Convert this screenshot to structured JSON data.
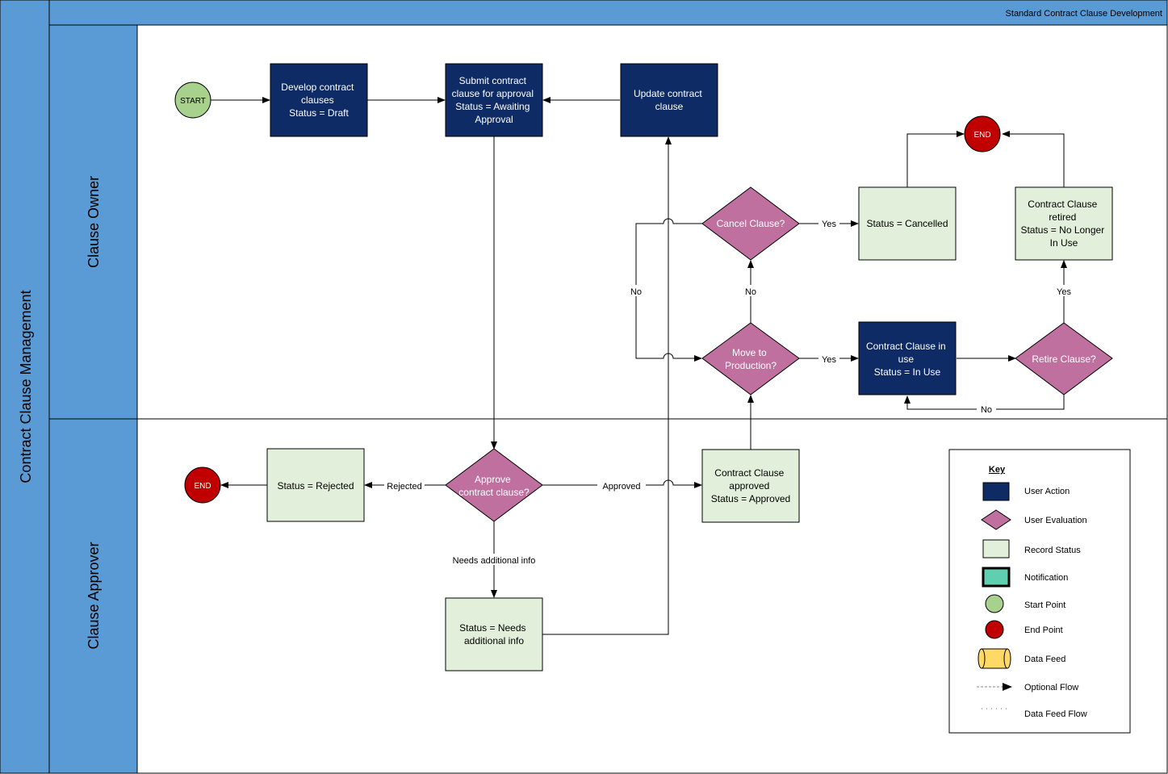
{
  "diagram": {
    "header_title": "Standard Contract Clause Development",
    "pool_title": "Contract Clause Management",
    "lanes": [
      {
        "id": "owner",
        "label": "Clause Owner"
      },
      {
        "id": "approver",
        "label": "Clause Approver"
      }
    ],
    "nodes": {
      "start": {
        "lines": [
          "START"
        ],
        "kind": "start"
      },
      "develop": {
        "lines": [
          "Develop contract",
          "clauses",
          "Status = Draft"
        ],
        "kind": "action"
      },
      "submit": {
        "lines": [
          "Submit contract",
          "clause for approval",
          "Status = Awaiting",
          "Approval"
        ],
        "kind": "action"
      },
      "update": {
        "lines": [
          "Update contract",
          "clause"
        ],
        "kind": "action"
      },
      "cancel_q": {
        "lines": [
          "Cancel Clause?"
        ],
        "kind": "decision"
      },
      "cancelled": {
        "lines": [
          "Status = Cancelled"
        ],
        "kind": "status"
      },
      "end_top": {
        "lines": [
          "END"
        ],
        "kind": "end"
      },
      "retired": {
        "lines": [
          "Contract Clause",
          "retired",
          "Status = No Longer",
          "In Use"
        ],
        "kind": "status"
      },
      "move_q": {
        "lines": [
          "Move to",
          "Production?"
        ],
        "kind": "decision"
      },
      "in_use": {
        "lines": [
          "Contract Clause in",
          "use",
          "Status = In Use"
        ],
        "kind": "action"
      },
      "retire_q": {
        "lines": [
          "Retire Clause?"
        ],
        "kind": "decision"
      },
      "end_left": {
        "lines": [
          "END"
        ],
        "kind": "end"
      },
      "rejected": {
        "lines": [
          "Status = Rejected"
        ],
        "kind": "status"
      },
      "approve_q": {
        "lines": [
          "Approve",
          "contract clause?"
        ],
        "kind": "decision"
      },
      "approved": {
        "lines": [
          "Contract Clause",
          "approved",
          "Status = Approved"
        ],
        "kind": "status"
      },
      "needs_info": {
        "lines": [
          "Status = Needs",
          "additional info"
        ],
        "kind": "status"
      }
    },
    "edge_labels": {
      "cancel_yes": "Yes",
      "cancel_no": "No",
      "move_yes": "Yes",
      "move_no": "No",
      "retire_yes": "Yes",
      "retire_no": "No",
      "rejected": "Rejected",
      "approved": "Approved",
      "needs_info": "Needs additional info"
    },
    "key": {
      "title": "Key",
      "items": [
        {
          "label": "User Action",
          "icon": "navy-rect"
        },
        {
          "label": "User Evaluation",
          "icon": "pink-diamond"
        },
        {
          "label": "Record Status",
          "icon": "green-rect"
        },
        {
          "label": "Notification",
          "icon": "teal-rect"
        },
        {
          "label": "Start Point",
          "icon": "green-circle"
        },
        {
          "label": "End Point",
          "icon": "red-circle"
        },
        {
          "label": "Data Feed",
          "icon": "yellow-cylinder"
        },
        {
          "label": "Optional Flow",
          "icon": "dashed-arrow"
        },
        {
          "label": "Data Feed Flow",
          "icon": "dotted-line"
        }
      ]
    },
    "colors": {
      "lane_blue": "#5b9bd5",
      "action": "#0f2b66",
      "decision": "#c0709f",
      "status": "#e2efda",
      "start": "#a9d18e",
      "end": "#c00000",
      "notification": "#5fcfb0",
      "data_feed": "#ffd966"
    }
  }
}
